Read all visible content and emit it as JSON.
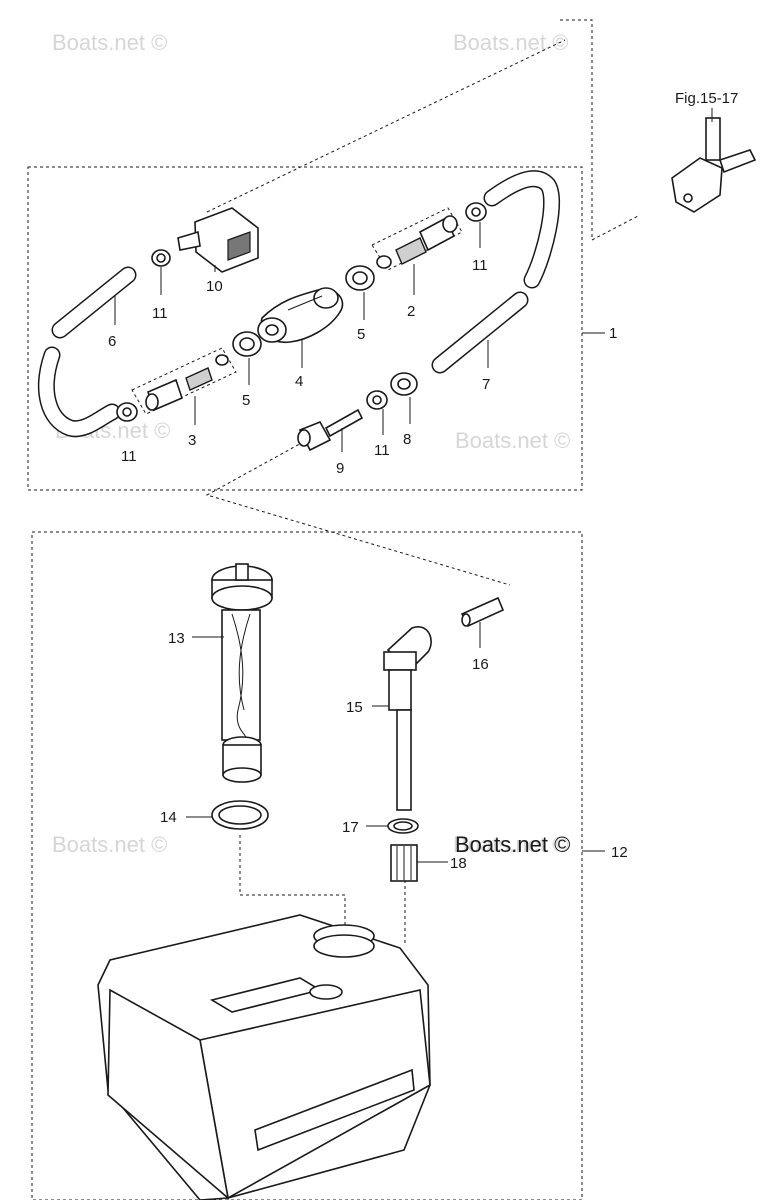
{
  "watermarks": {
    "w1": "Boats.net ©",
    "w2": "Boats.net ©",
    "w3": "Boats.net ©",
    "w4": "Boats.net ©",
    "w5": "Boats.net ©",
    "w6": "Boats.net ©",
    "main": "Boats.net ©"
  },
  "reference": {
    "fig": "Fig.15-17"
  },
  "callouts": {
    "c1": "1",
    "c2": "2",
    "c3": "3",
    "c4": "4",
    "c5a": "5",
    "c5b": "5",
    "c6": "6",
    "c7": "7",
    "c8": "8",
    "c9": "9",
    "c10": "10",
    "c11a": "11",
    "c11b": "11",
    "c11c": "11",
    "c11d": "11",
    "c12": "12",
    "c13": "13",
    "c14": "14",
    "c15": "15",
    "c16": "16",
    "c17": "17",
    "c18": "18"
  }
}
